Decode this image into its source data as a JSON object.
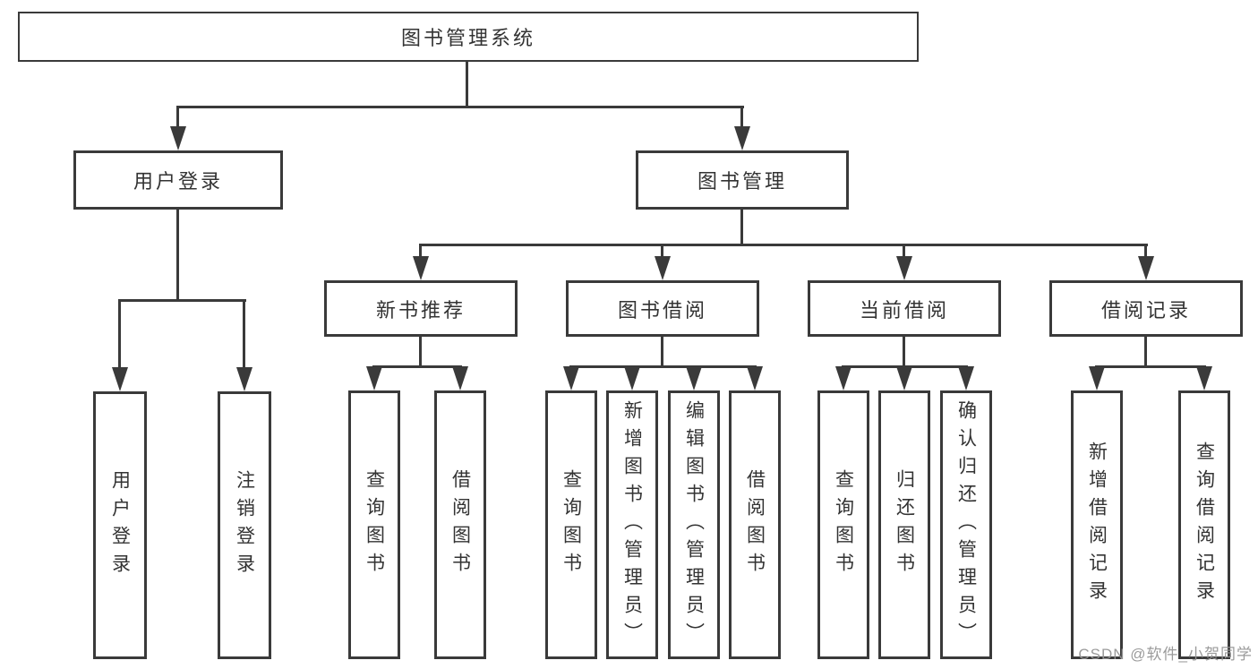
{
  "diagram": {
    "title": "图书管理系统",
    "user_login": {
      "label": "用户登录",
      "children": {
        "login": "用户登录",
        "logout": "注销登录"
      }
    },
    "book_mgmt": {
      "label": "图书管理",
      "new_book_rec": {
        "label": "新书推荐",
        "children": {
          "query_book": "查询图书",
          "borrow_book": "借阅图书"
        }
      },
      "book_borrow": {
        "label": "图书借阅",
        "children": {
          "query_book": "查询图书",
          "add_book": "新增图书（管理员）",
          "edit_book": "编辑图书（管理员）",
          "borrow_book": "借阅图书"
        }
      },
      "current_borrow": {
        "label": "当前借阅",
        "children": {
          "query_book": "查询图书",
          "return_book": "归还图书",
          "confirm_return": "确认归还（管理员）"
        }
      },
      "borrow_records": {
        "label": "借阅记录",
        "children": {
          "add_record": "新增借阅记录",
          "query_record": "查询借阅记录"
        }
      }
    }
  },
  "watermark": "CSDN @软件_小贺同学",
  "colors": {
    "line": "#3a3a3a",
    "text": "#333333",
    "background": "#ffffff",
    "watermark": "#969696"
  }
}
